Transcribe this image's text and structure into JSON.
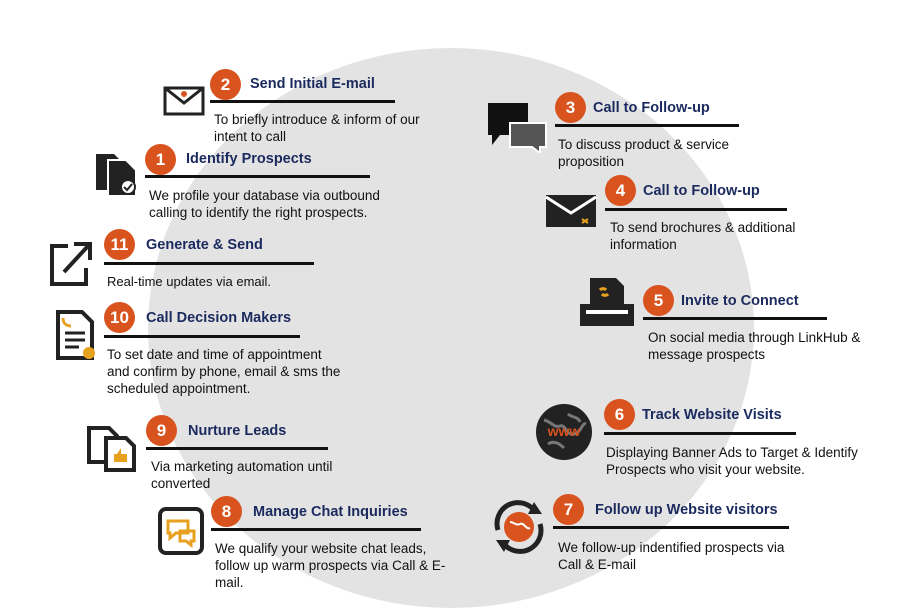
{
  "steps": [
    {
      "num": "1",
      "title": "Identify Prospects",
      "desc": "We profile your database via outbound calling to identify the right prospects.",
      "icon": "document-check-icon"
    },
    {
      "num": "2",
      "title": "Send Initial E-mail",
      "desc": "To briefly introduce & inform of our intent to call",
      "icon": "envelope-icon"
    },
    {
      "num": "3",
      "title": "Call to Follow-up",
      "desc": "To discuss product & service proposition",
      "icon": "chat-bubbles-icon"
    },
    {
      "num": "4",
      "title": "Call to Follow-up",
      "desc": "To send brochures & additional information",
      "icon": "envelope-shuffle-icon"
    },
    {
      "num": "5",
      "title": "Invite to Connect",
      "desc": "On social media through LinkHub & message prospects",
      "icon": "printer-link-icon"
    },
    {
      "num": "6",
      "title": "Track Website Visits",
      "desc": "Displaying Banner Ads to Target & Identify Prospects who visit your website.",
      "icon": "globe-www-icon",
      "icon_text": "www"
    },
    {
      "num": "7",
      "title": "Follow up Website visitors",
      "desc": "We follow-up indentified prospects via Call & E-mail",
      "icon": "globe-refresh-icon"
    },
    {
      "num": "8",
      "title": "Manage Chat Inquiries",
      "desc": "We qualify your website chat leads, follow up warm prospects via Call & E-mail.",
      "icon": "chat-icon"
    },
    {
      "num": "9",
      "title": "Nurture Leads",
      "desc": "Via marketing automation until converted",
      "icon": "documents-thumbs-up-icon"
    },
    {
      "num": "10",
      "title": "Call Decision Makers",
      "desc": "To set date and time of appointment and confirm by phone, email & sms the scheduled appointment.",
      "icon": "document-phone-icon"
    },
    {
      "num": "11",
      "title": "Generate & Send",
      "desc": "Real-time updates via email.",
      "icon": "external-link-icon"
    }
  ],
  "colors": {
    "badge": "#d9531e",
    "title": "#1b2a5e",
    "circle": "#e3e3e3"
  }
}
